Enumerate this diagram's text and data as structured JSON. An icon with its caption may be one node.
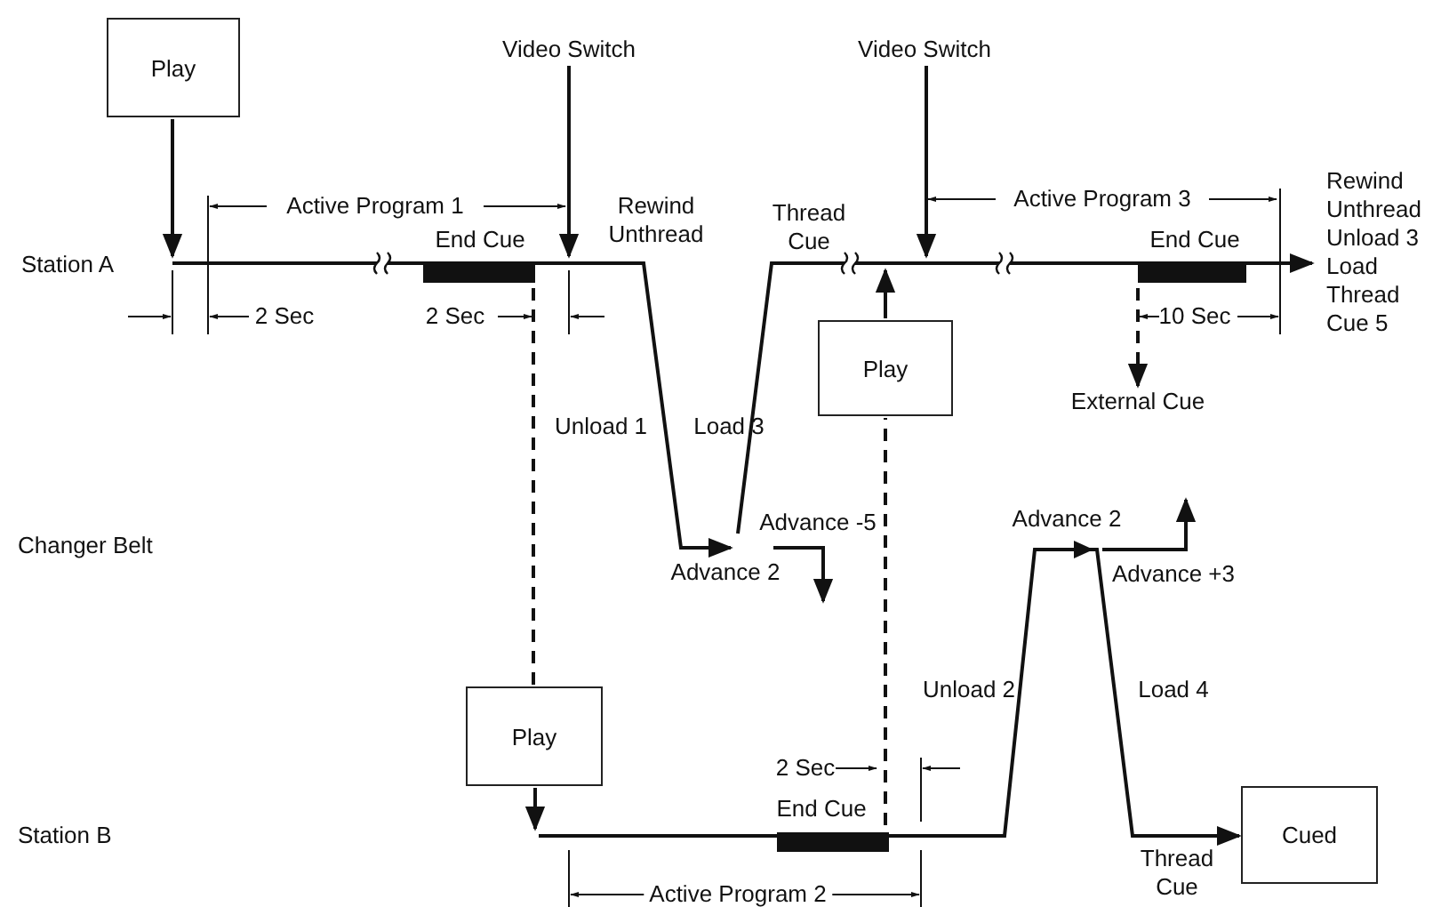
{
  "diagram": {
    "nodes": [
      {
        "text": [
          "Play"
        ]
      },
      {
        "text": [
          "Video Switch"
        ]
      },
      {
        "text": [
          "Video Switch"
        ]
      },
      {
        "text": [
          "Play"
        ]
      },
      {
        "text": [
          "External Cue"
        ]
      },
      {
        "text": [
          "Play"
        ]
      },
      {
        "text": [
          "Cued"
        ]
      }
    ],
    "edges": [
      {
        "from": 0,
        "to": null,
        "arrow": "to"
      },
      {
        "from": 1,
        "to": null,
        "arrow": "to"
      },
      {
        "from": 2,
        "to": null,
        "arrow": "to"
      },
      {
        "from": 3,
        "to": null,
        "arrow": "to"
      },
      {
        "from": null,
        "to": 4,
        "arrow": "to",
        "style": "dashed"
      },
      {
        "from": null,
        "to": 5,
        "arrow": "none",
        "style": "dashed"
      },
      {
        "from": 5,
        "to": null,
        "arrow": "to"
      },
      {
        "from": null,
        "to": 3,
        "arrow": "none",
        "style": "dashed"
      },
      {
        "from": null,
        "to": 6,
        "arrow": "to"
      }
    ],
    "labels": [
      "Active Program 1",
      "Rewind Unthread",
      "Thread Cue",
      "Active Program 3",
      "Rewind Unthread Unload 3 Load Thread Cue 5",
      "Station A",
      "End Cue",
      "End Cue",
      "2 Sec",
      "2 Sec",
      "10 Sec",
      "Unload 1",
      "Load 3",
      "Advance -5",
      "Advance 2",
      "Advance 2",
      "Advance +3",
      "Changer Belt",
      "Unload 2",
      "Load 4",
      "2 Sec",
      "End Cue",
      "Station B",
      "Thread Cue",
      "Active Program 2"
    ]
  }
}
